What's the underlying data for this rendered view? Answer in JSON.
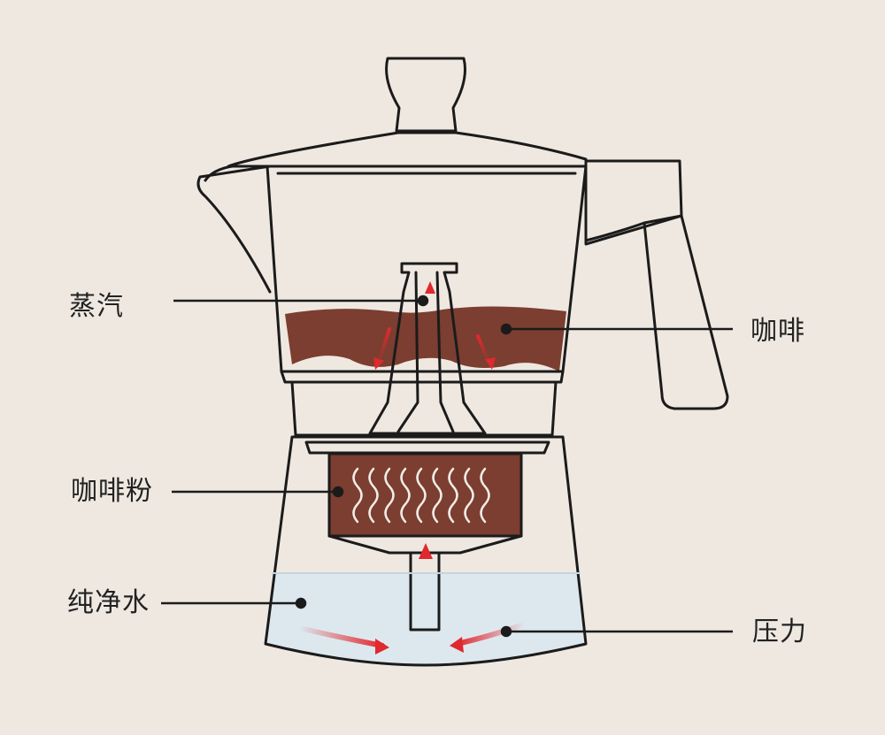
{
  "labels": {
    "steam": "蒸汽",
    "coffee": "咖啡",
    "grounds": "咖啡粉",
    "water": "纯净水",
    "pressure": "压力"
  },
  "colors": {
    "outline": "#1b1b1b",
    "background": "#efe8e1",
    "coffee": "#7b3e30",
    "water": "#dde8ee",
    "arrow": "#e0282e"
  }
}
